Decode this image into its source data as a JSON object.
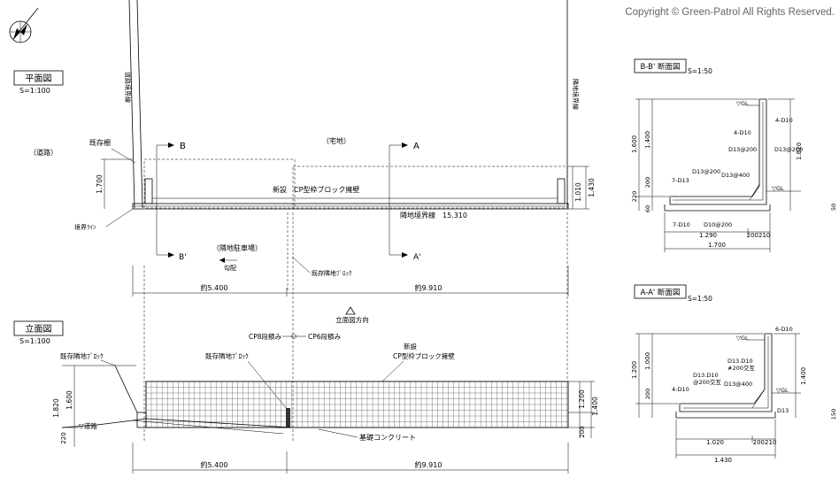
{
  "copyright": "Copyright © Green-Patrol All Rights Reserved.",
  "plan": {
    "title": "平面図",
    "scale": "S=1:100",
    "road": "（道路）",
    "lot": "（宅地）",
    "neighbor_parking": "（隣地駐車場）",
    "slope": "勾配",
    "existing_fence": "既存柵",
    "boundary_line": "境界ﾗｲﾝ",
    "road_boundary": "道路境界線",
    "neighbor_boundary_v": "隣地境界線",
    "new_wall": "新設　CP型枠ブロック擁壁",
    "neighbor_boundary_len": "隣地境界線　15.310",
    "existing_neighbor_block": "既存隣地ﾌﾞﾛｯｸ",
    "marker_b": "B",
    "marker_b2": "B'",
    "marker_a": "A",
    "marker_a2": "A'",
    "dim_left": "約5.400",
    "dim_right": "約9.910",
    "dim_1700": "1.700",
    "dim_1010": "1.010",
    "dim_1430": "1.430",
    "view_direction": "立面図方向"
  },
  "elevation": {
    "title": "立面図",
    "scale": "S=1:100",
    "existing_neighbor_block": "既存隣地ﾌﾞﾛｯｸ",
    "existing_neighbor_block2": "既存隣地ﾌﾞﾛｯｸ",
    "cp8": "CP8段積み",
    "cp6": "CP6段積み",
    "new": "新設",
    "new_wall": "CP型枠ブロック擁壁",
    "road": "▽道路",
    "foundation": "基礎コンクリート",
    "dim_1820": "1.820",
    "dim_1600": "1.600",
    "dim_220": "220",
    "dim_1200": "1.200",
    "dim_200": "200",
    "dim_1400": "1.400",
    "dim_left": "約5.400",
    "dim_right": "約9.910"
  },
  "section_bb": {
    "title": "B-B' 断面図",
    "scale": "S=1:50",
    "gl_top": "▽GL",
    "gl_bottom": "▽GL",
    "r_4d10a": "4-D10",
    "r_4d10b": "4-D10",
    "r_d13_200a": "D13@200",
    "r_d13_200b": "D13@200",
    "r_d13_200c": "D13@200",
    "r_d13_400": "D13@400",
    "r_7d13": "7-D13",
    "r_7d10": "7-D10",
    "r_d10_200": "D10@200",
    "dim_1600": "1.600",
    "dim_1400": "1.400",
    "dim_1820": "1.820",
    "dim_200": "200",
    "dim_220": "220",
    "dim_60": "60",
    "dim_50": "50",
    "dim_1290": "1.290",
    "dim_200210": "200210",
    "dim_1700": "1.700"
  },
  "section_aa": {
    "title": "A-A' 断面図",
    "scale": "S=1:50",
    "gl_top": "▽GL",
    "gl_bottom": "▽GL",
    "r_6d10": "6-D10",
    "r_d13d10a": "D13.D10",
    "r_d13d10b": "D13.D10",
    "r_200a": "@200交互",
    "r_200b": "#200交互",
    "r_d13_400": "D13@400",
    "r_4d10": "4-D10",
    "r_d13": "D13",
    "dim_1200": "1.200",
    "dim_1000": "1.000",
    "dim_200": "200",
    "dim_1400": "1.400",
    "dim_150": "150",
    "dim_1020": "1.020",
    "dim_200210": "200210",
    "dim_1430": "1.430"
  }
}
